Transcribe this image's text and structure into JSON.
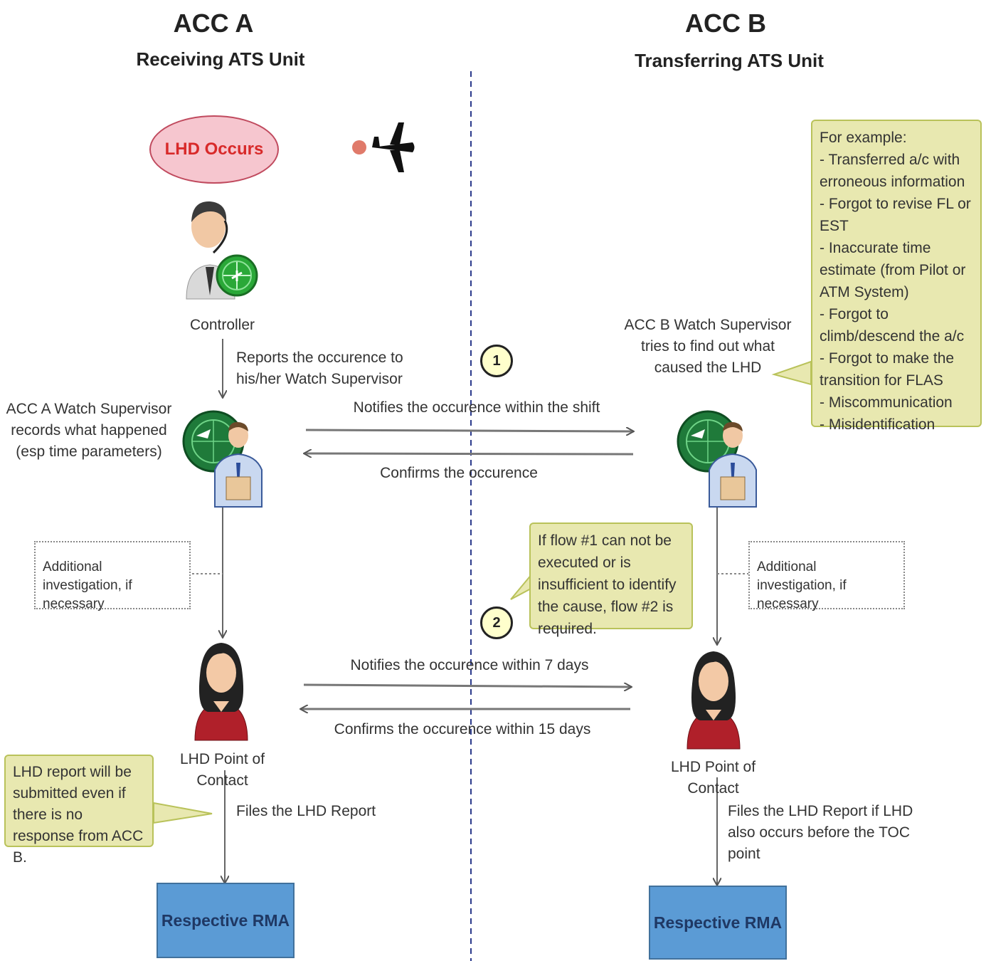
{
  "headers": {
    "acc_a": "ACC A",
    "acc_a_sub": "Receiving ATS Unit",
    "acc_b": "ACC B",
    "acc_b_sub": "Transferring ATS Unit"
  },
  "nodes": {
    "lhd_occurs": "LHD Occurs",
    "controller": "Controller",
    "acc_a_supervisor": "ACC A Watch Supervisor records what happened (esp time parameters)",
    "acc_b_supervisor": "ACC B Watch Supervisor tries to find out what caused the LHD",
    "poc_a": "LHD Point of Contact",
    "poc_b": "LHD Point of Contact",
    "rma_a": "Respective RMA",
    "rma_b": "Respective RMA"
  },
  "flows": {
    "reports": "Reports the occurence to his/her Watch Supervisor",
    "notifies_shift": "Notifies the occurence within the shift",
    "confirms": "Confirms the occurence",
    "notifies_7": "Notifies the occurence within 7 days",
    "confirms_15": "Confirms the occurence within 15 days",
    "files_a": "Files the LHD Report",
    "files_b": "Files the LHD Report if LHD also occurs before the TOC point",
    "flow1": "1",
    "flow2": "2"
  },
  "notes": {
    "example_title": "For example:",
    "example_items": [
      "- Transferred a/c with erroneous information",
      "- Forgot to revise FL or EST",
      "- Inaccurate time estimate (from Pilot or ATM System)",
      "- Forgot to climb/descend the a/c",
      "- Forgot to make the transition for FLAS",
      "- Miscommunication",
      "- Misidentification"
    ],
    "flow_note": "If flow #1 can not be executed or is insufficient to identify the cause, flow #2 is required.",
    "report_note": "LHD report will be submitted even if there is no response from ACC B.",
    "investigation_a": "Additional investigation, if necessary",
    "investigation_b": "Additional investigation, if necessary"
  },
  "colors": {
    "rma_fill": "#5b9bd5",
    "note_fill": "#e8e8b0",
    "lhd_fill": "#f6c6cf",
    "lhd_text": "#d82a2a",
    "divider": "#2b3a8c"
  }
}
